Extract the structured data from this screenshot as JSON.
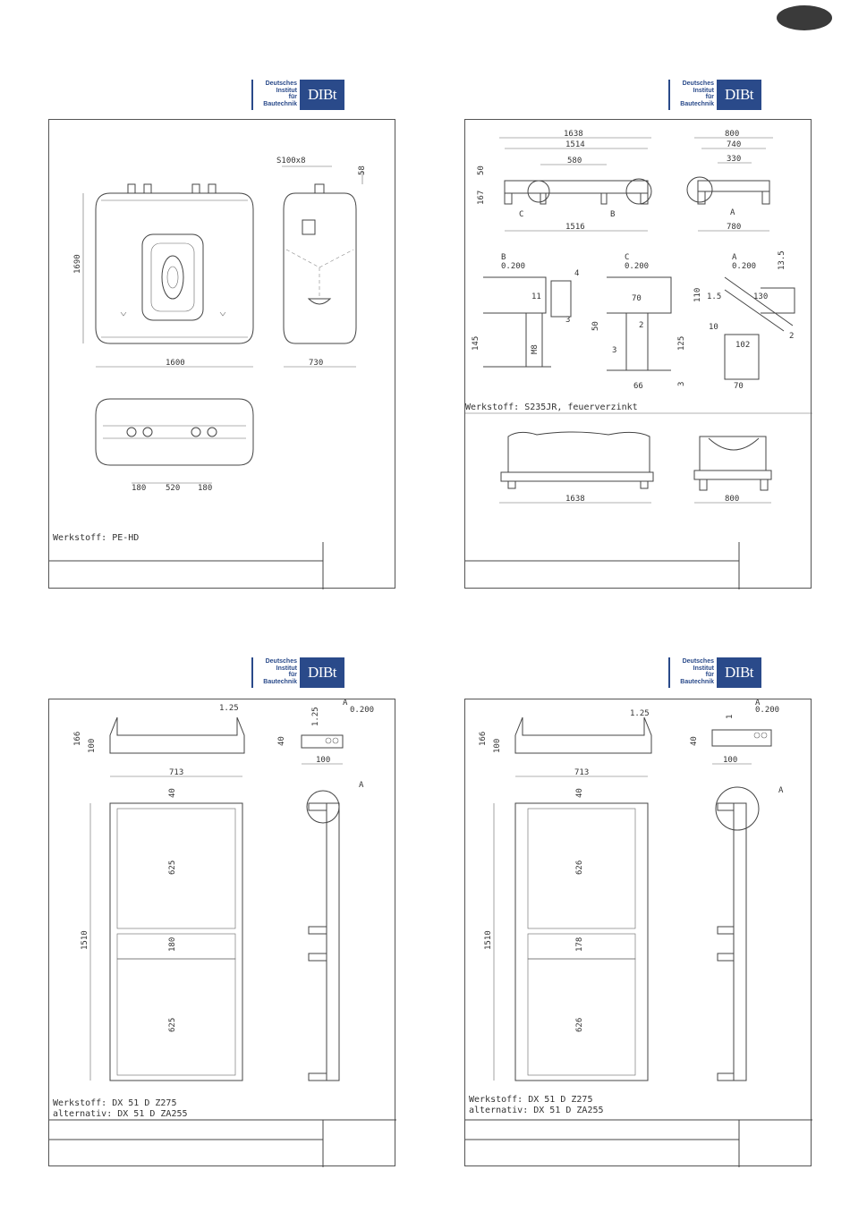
{
  "logo": {
    "lines": [
      "Deutsches",
      "Institut",
      "für",
      "Bautechnik"
    ],
    "mark": "DIBt"
  },
  "sheet1": {
    "material": "Werkstoff: PE-HD",
    "dims": {
      "pipe": "S100x8",
      "top": "58",
      "height": "1690",
      "width": "1600",
      "depth": "730",
      "b1": "180",
      "b2": "520",
      "b3": "180"
    }
  },
  "sheet2": {
    "material": "Werkstoff: S235JR, feuerverzinkt",
    "front": {
      "d1": "1638",
      "d2": "1514",
      "d3": "580",
      "d4": "1516",
      "h1": "50",
      "h2": "167",
      "labelB": "B",
      "labelC": "C"
    },
    "side": {
      "d1": "800",
      "d2": "740",
      "d3": "330",
      "d4": "780",
      "labelA": "A"
    },
    "detailB": {
      "label": "B",
      "scale": "0.200",
      "a": "4",
      "b": "11",
      "c": "3",
      "d": "145",
      "e": "M8"
    },
    "detailC": {
      "label": "C",
      "scale": "0.200",
      "a": "70",
      "b": "2",
      "c": "50",
      "d": "3",
      "e": "125",
      "f": "66",
      "g": "3"
    },
    "detailA": {
      "label": "A",
      "scale": "0.200",
      "a": "13.5",
      "b": "110",
      "c": "1.5",
      "d": "130",
      "e": "10",
      "f": "102",
      "g": "2",
      "h": "70"
    },
    "bottom": {
      "w1": "1638",
      "w2": "800"
    }
  },
  "sheet3": {
    "material1": "Werkstoff:   DX 51 D  Z275",
    "material2": "alternativ: DX 51 D  ZA255",
    "dims": {
      "t": "1.25",
      "h1": "166",
      "h2": "100",
      "a": "1.25",
      "b": "40",
      "c": "100",
      "w": "713",
      "top": "40",
      "p1": "625",
      "mid": "180",
      "p2": "625",
      "h": "1510",
      "labelA": "A",
      "scale": "0.200"
    }
  },
  "sheet4": {
    "material1": "Werkstoff:   DX 51 D  Z275",
    "material2": "alternativ: DX 51 D  ZA255",
    "dims": {
      "t": "1.25",
      "h1": "166",
      "h2": "100",
      "a": "1",
      "b": "40",
      "c": "100",
      "w": "713",
      "top": "40",
      "p1": "626",
      "mid": "178",
      "p2": "626",
      "h": "1510",
      "labelA": "A",
      "scale": "0.200"
    }
  }
}
